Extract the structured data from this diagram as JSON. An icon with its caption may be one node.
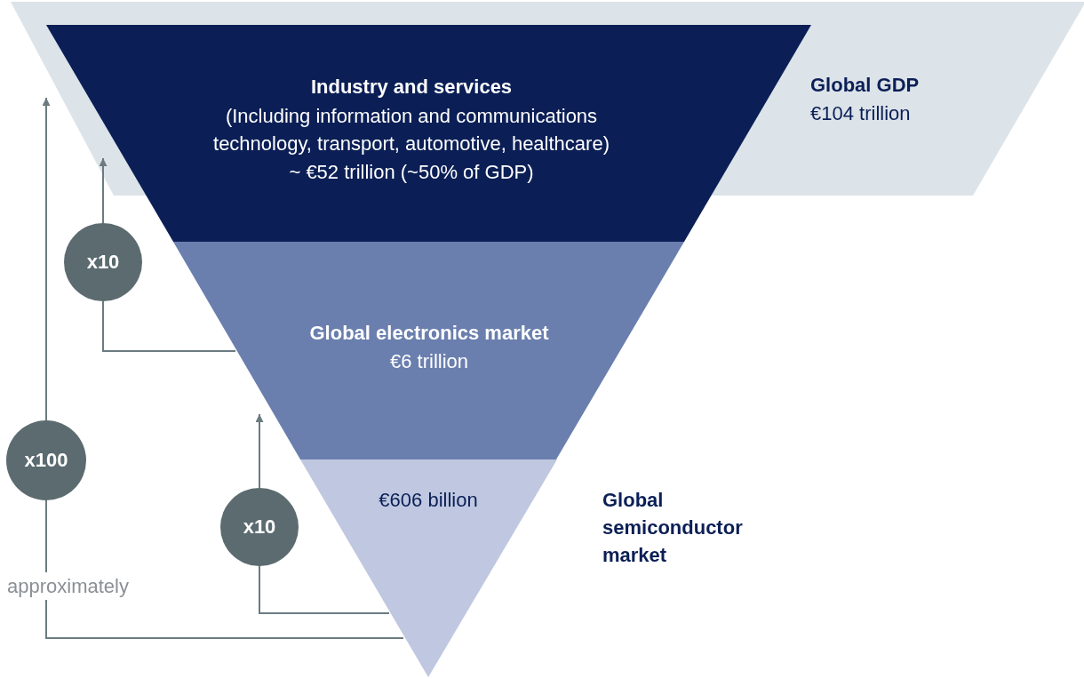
{
  "diagram": {
    "nodes": [
      {
        "text": [
          "Global GDP",
          "€104 trillion"
        ]
      },
      {
        "text": [
          "Industry and services",
          "(Including information and communications technology, transport, automotive, healthcare)",
          "~ €52 trillion (~50% of GDP)"
        ]
      },
      {
        "text": [
          "Global electronics market",
          "€6 trillion"
        ]
      },
      {
        "text": [
          "€606 billion"
        ],
        "beside": [
          "Global semiconductor market"
        ]
      },
      {
        "text": [
          "x10"
        ]
      },
      {
        "text": [
          "x100"
        ]
      },
      {
        "text": [
          "x10"
        ]
      }
    ],
    "edges": [
      {
        "from": 2,
        "to": 4,
        "arrow": "none"
      },
      {
        "from": 4,
        "to": 0,
        "arrow": "to"
      },
      {
        "from": 3,
        "to": 5,
        "arrow": "none"
      },
      {
        "from": 5,
        "to": 0,
        "arrow": "to"
      },
      {
        "from": 3,
        "to": 6,
        "arrow": "none"
      },
      {
        "from": 6,
        "to": 2,
        "arrow": "to"
      }
    ],
    "labels": [
      "approximately"
    ]
  }
}
